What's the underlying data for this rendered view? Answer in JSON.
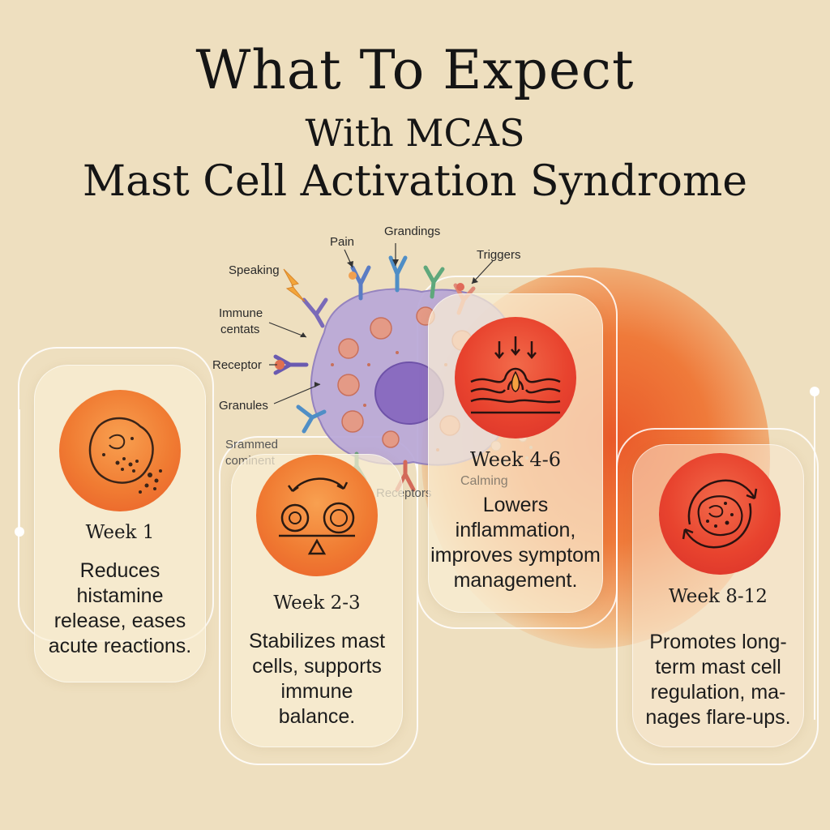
{
  "title": {
    "line1": "What To Expect",
    "line2": "With MCAS",
    "line3": "Mast Cell Activation Syndrome"
  },
  "diagram": {
    "labels": {
      "pain": "Pain",
      "grandings": "Grandings",
      "triggers": "Triggers",
      "speaking": "Speaking",
      "immune_line1": "Immune",
      "immune_line2": "centats",
      "receptor": "Receptor",
      "granules": "Granules",
      "srammed_line1": "Srammed",
      "srammed_line2": "cominent",
      "receptors": "Receptors"
    }
  },
  "cards": [
    {
      "week": "Week 1",
      "desc": [
        "Reduces",
        "histamine",
        "release, eases",
        "acute reactions."
      ],
      "icon": "mast-cell-releasing-icon"
    },
    {
      "week": "Week 2-3",
      "desc": [
        "Stabilizes mast",
        "cells, supports",
        "immune",
        "balance."
      ],
      "icon": "balance-scale-icon"
    },
    {
      "week": "Week 4-6",
      "sublabel": "Calming",
      "desc": [
        "Lowers",
        "inflammation,",
        "improves symptom",
        "management."
      ],
      "icon": "inflamed-tissue-icon"
    },
    {
      "week": "Week 8-12",
      "desc": [
        "Promotes long-",
        "term mast cell",
        "regulation, ma-",
        "nages flare-ups."
      ],
      "icon": "cell-cycle-icon"
    }
  ],
  "colors": {
    "background": "#eedfbf",
    "accent_orange": "#f07b32",
    "accent_red": "#e8432e",
    "cell_purple": "#b9a8d8"
  }
}
